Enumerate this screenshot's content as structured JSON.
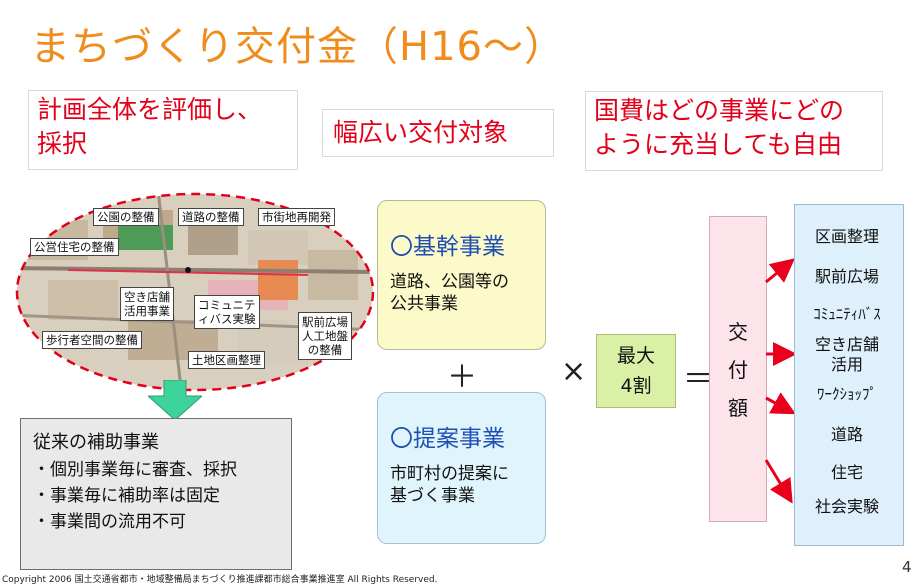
{
  "title": "まちづくり交付金（H16～）",
  "point_boxes": [
    {
      "lines": [
        "計画全体を評価し、",
        "採択"
      ]
    },
    {
      "lines": [
        "幅広い交付対象"
      ]
    },
    {
      "lines": [
        "国費はどの事業にどの",
        "ように充当しても自由"
      ]
    }
  ],
  "map_labels": {
    "park": "公園の整備",
    "road": "道路の整備",
    "redev": "市街地再開発",
    "housing": "公営住宅の整備",
    "vacant": [
      "空き店舗",
      "活用事業"
    ],
    "bus": [
      "コミュニテ",
      "ィバス実験"
    ],
    "station": [
      "駅前広場",
      "人工地盤",
      "の整備"
    ],
    "pedestrian": "歩行者空間の整備",
    "land": "土地区画整理"
  },
  "core_project": {
    "heading": "〇基幹事業",
    "lines": [
      "道路、公園等の",
      "公共事業"
    ]
  },
  "proposal_project": {
    "heading": "〇提案事業",
    "lines": [
      "市町村の提案に",
      "基づく事業"
    ]
  },
  "operators": {
    "plus": "＋",
    "times": "×",
    "equals": "＝"
  },
  "max_rate": {
    "lines": [
      "最大",
      "4割"
    ]
  },
  "grant": {
    "chars": [
      "交",
      "付",
      "額"
    ]
  },
  "uses": [
    "区画整理",
    "駅前広場",
    "ｺﾐｭﾆﾃｨﾊﾞｽ",
    [
      "空き店舗",
      "活用"
    ],
    "ﾜｰｸｼｮｯﾌﾟ",
    "道路",
    "住宅",
    "社会実験"
  ],
  "legacy": {
    "heading": "従来の補助事業",
    "items": [
      "・個別事業毎に審査、採択",
      "・事業毎に補助率は固定",
      "・事業間の流用不可"
    ]
  },
  "footer": "Copyright 2006 国土交通省都市・地域整備局まちづくり推進課都市総合事業推進室 All Rights Reserved.",
  "page_number": "4",
  "colors": {
    "title": "#f08c1c",
    "red_text": "#e2001a",
    "heading_blue": "#1f4fb5",
    "arrow_green": "#3ed39a",
    "arrow_red": "#e8001c"
  }
}
